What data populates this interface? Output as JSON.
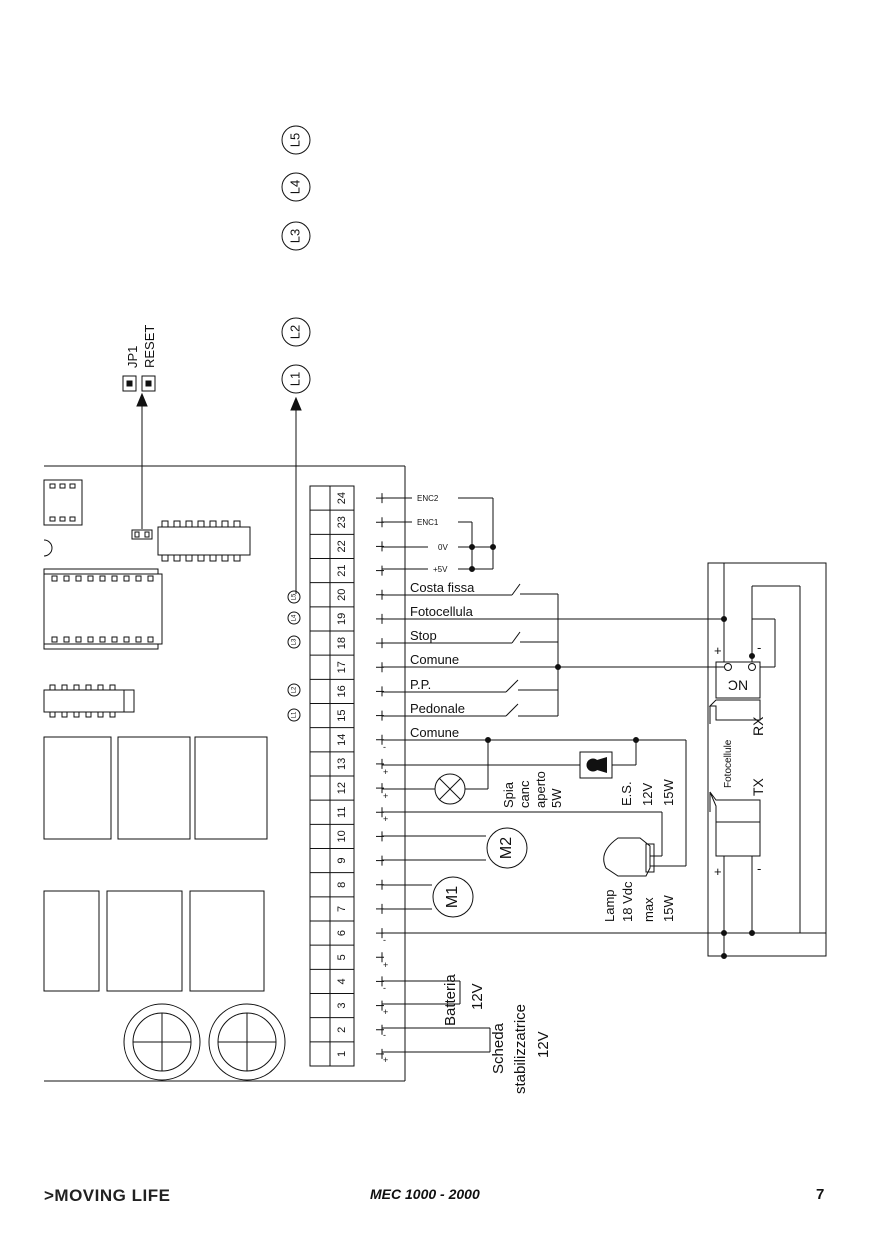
{
  "leds": {
    "l1": "L1",
    "l2": "L2",
    "l3": "L3",
    "l4": "L4",
    "l5": "L5",
    "small_l1": "L1",
    "small_l2": "L2",
    "small_l3": "L3",
    "small_l4": "L4",
    "small_l5": "L5"
  },
  "jumper": {
    "name": "JP1",
    "function": "RESET"
  },
  "terminals": [
    "1",
    "2",
    "3",
    "4",
    "5",
    "6",
    "7",
    "8",
    "9",
    "10",
    "11",
    "12",
    "13",
    "14",
    "15",
    "16",
    "17",
    "18",
    "19",
    "20",
    "21",
    "22",
    "23",
    "24"
  ],
  "encoder": {
    "enc2": "ENC2",
    "enc1": "ENC1",
    "zero": "0V",
    "plus5": "+5V"
  },
  "inputs": {
    "costa_fissa": "Costa fissa",
    "fotocellula": "Fotocellula",
    "stop": "Stop",
    "comune": "Comune",
    "pp": "P.P.",
    "pedonale": "Pedonale",
    "comune2": "Comune"
  },
  "polarity": {
    "plus": "+",
    "minus": "-"
  },
  "spia": {
    "l1": "Spia",
    "l2": "canc",
    "l3": "aperto",
    "l4": "5W"
  },
  "es": {
    "l1": "E.S.",
    "l2": "12V",
    "l3": "15W"
  },
  "motors": {
    "m1": "M1",
    "m2": "M2"
  },
  "lamp": {
    "l1": "Lamp",
    "l2": "18 Vdc",
    "l3": "max",
    "l4": "15W"
  },
  "batteria": {
    "l1": "Batteria",
    "l2": "12V"
  },
  "scheda": {
    "l1": "Scheda",
    "l2": "stabilizzatrice",
    "l3": "12V"
  },
  "photocell": {
    "nc": "NC",
    "rx": "RX",
    "tx": "TX",
    "label": "Fotocellule"
  },
  "footer": {
    "brand": ">MOVING LIFE",
    "model": "MEC 1000 - 2000",
    "page": "7"
  }
}
